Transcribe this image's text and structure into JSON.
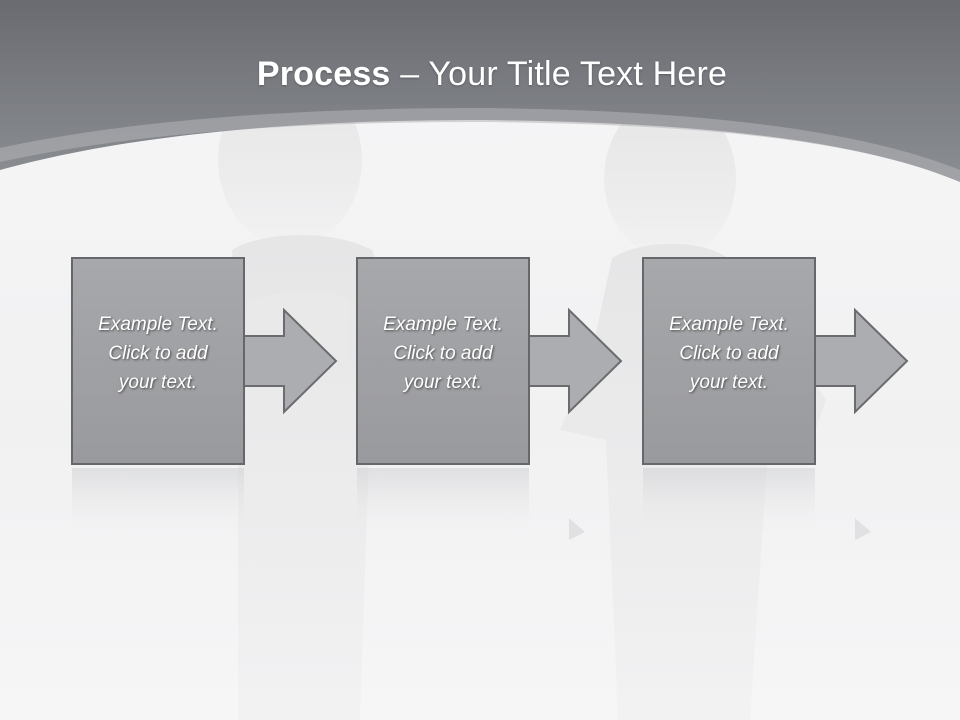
{
  "title": {
    "bold": "Process",
    "dash": " – ",
    "rest": "Your Title Text Here"
  },
  "steps": [
    {
      "line1": "Example Text.",
      "line2": "Click  to add",
      "line3": "your text."
    },
    {
      "line1": "Example Text.",
      "line2": "Click  to add",
      "line3": "your text."
    },
    {
      "line1": "Example Text.",
      "line2": "Click  to add",
      "line3": "your text."
    }
  ],
  "colors": {
    "header": "#777a7f",
    "box_fill": "#a1a2a5",
    "box_border": "#66676a",
    "arrow_fill": "#acadb0"
  }
}
